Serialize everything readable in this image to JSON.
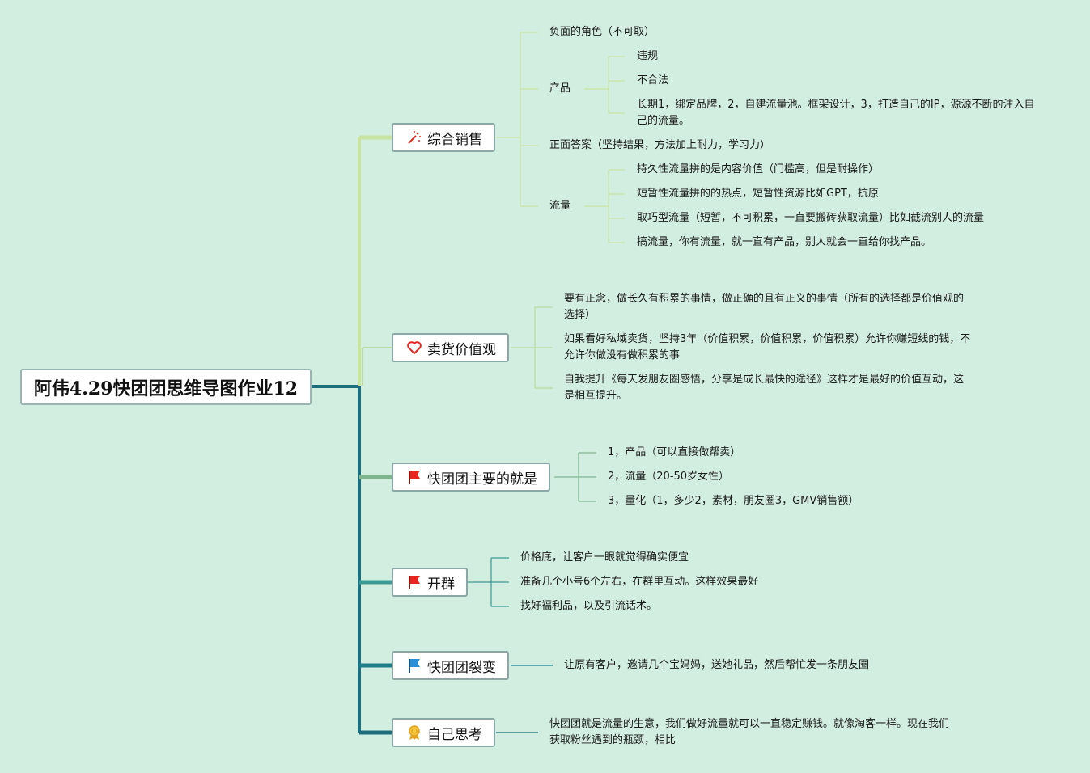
{
  "root": {
    "title": "阿伟4.29快团团思维导图作业12"
  },
  "branches": [
    {
      "label": "综合销售",
      "icon": "magic-wand-icon",
      "children": [
        {
          "text": "负面的角色（不可取）"
        },
        {
          "text": "产品",
          "children": [
            {
              "text": "违规"
            },
            {
              "text": "不合法"
            },
            {
              "text": "长期1，绑定品牌，2，自建流量池。框架设计，3，打造自己的IP，源源不断的注入自己的流量。"
            }
          ]
        },
        {
          "text": "正面答案（坚持结果，方法加上耐力，学习力）"
        },
        {
          "text": "流量",
          "children": [
            {
              "text": "持久性流量拼的是内容价值（门槛高，但是耐操作）"
            },
            {
              "text": "短暂性流量拼的的热点，短暂性资源比如GPT，抗原"
            },
            {
              "text": "取巧型流量（短暂，不可积累，一直要搬砖获取流量）比如截流别人的流量"
            },
            {
              "text": "搞流量，你有流量，就一直有产品，别人就会一直给你找产品。"
            }
          ]
        }
      ]
    },
    {
      "label": "卖货价值观",
      "icon": "heart-icon",
      "children": [
        {
          "text": "要有正念，做长久有积累的事情，做正确的且有正义的事情（所有的选择都是价值观的选择）"
        },
        {
          "text": "如果看好私域卖货，坚持3年（价值积累，价值积累，价值积累）允许你赚短线的钱，不允许你做没有做积累的事"
        },
        {
          "text": "自我提升《每天发朋友圈感悟，分享是成长最快的途径》这样才是最好的价值互动，这是相互提升。"
        }
      ]
    },
    {
      "label": "快团团主要的就是",
      "icon": "red-flag-icon",
      "children": [
        {
          "text": "1，产品（可以直接做帮卖）"
        },
        {
          "text": "2，流量（20-50岁女性）"
        },
        {
          "text": "3，量化（1，多少2，素材，朋友圈3，GMV销售额）"
        }
      ]
    },
    {
      "label": "开群",
      "icon": "red-flag-icon",
      "children": [
        {
          "text": "价格底，让客户一眼就觉得确实便宜"
        },
        {
          "text": "准备几个小号6个左右，在群里互动。这样效果最好"
        },
        {
          "text": "找好福利品，以及引流话术。"
        }
      ]
    },
    {
      "label": "快团团裂变",
      "icon": "blue-flag-icon",
      "children": [
        {
          "text": "让原有客户，邀请几个宝妈妈，送她礼品，然后帮忙发一条朋友圈"
        }
      ]
    },
    {
      "label": "自己思考",
      "icon": "award-ribbon-icon",
      "children": [
        {
          "text": "快团团就是流量的生意，我们做好流量就可以一直稳定赚钱。就像淘客一样。现在我们获取粉丝遇到的瓶颈，相比"
        }
      ]
    }
  ],
  "colors": {
    "background": "#d2eee0",
    "trunk": "#1d6f7e",
    "branch1_line": "#c9e3a0",
    "branch2_line": "#b7dca0",
    "branch3_line": "#7fb58e",
    "branch4_line": "#3b9a93",
    "branch5_line": "#1d7f8c",
    "branch6_line": "#1d6f7e",
    "red_flag": "#e8251f",
    "blue_flag": "#2a8fd6",
    "heart": "#e8251f",
    "award": "#e3a21a"
  }
}
